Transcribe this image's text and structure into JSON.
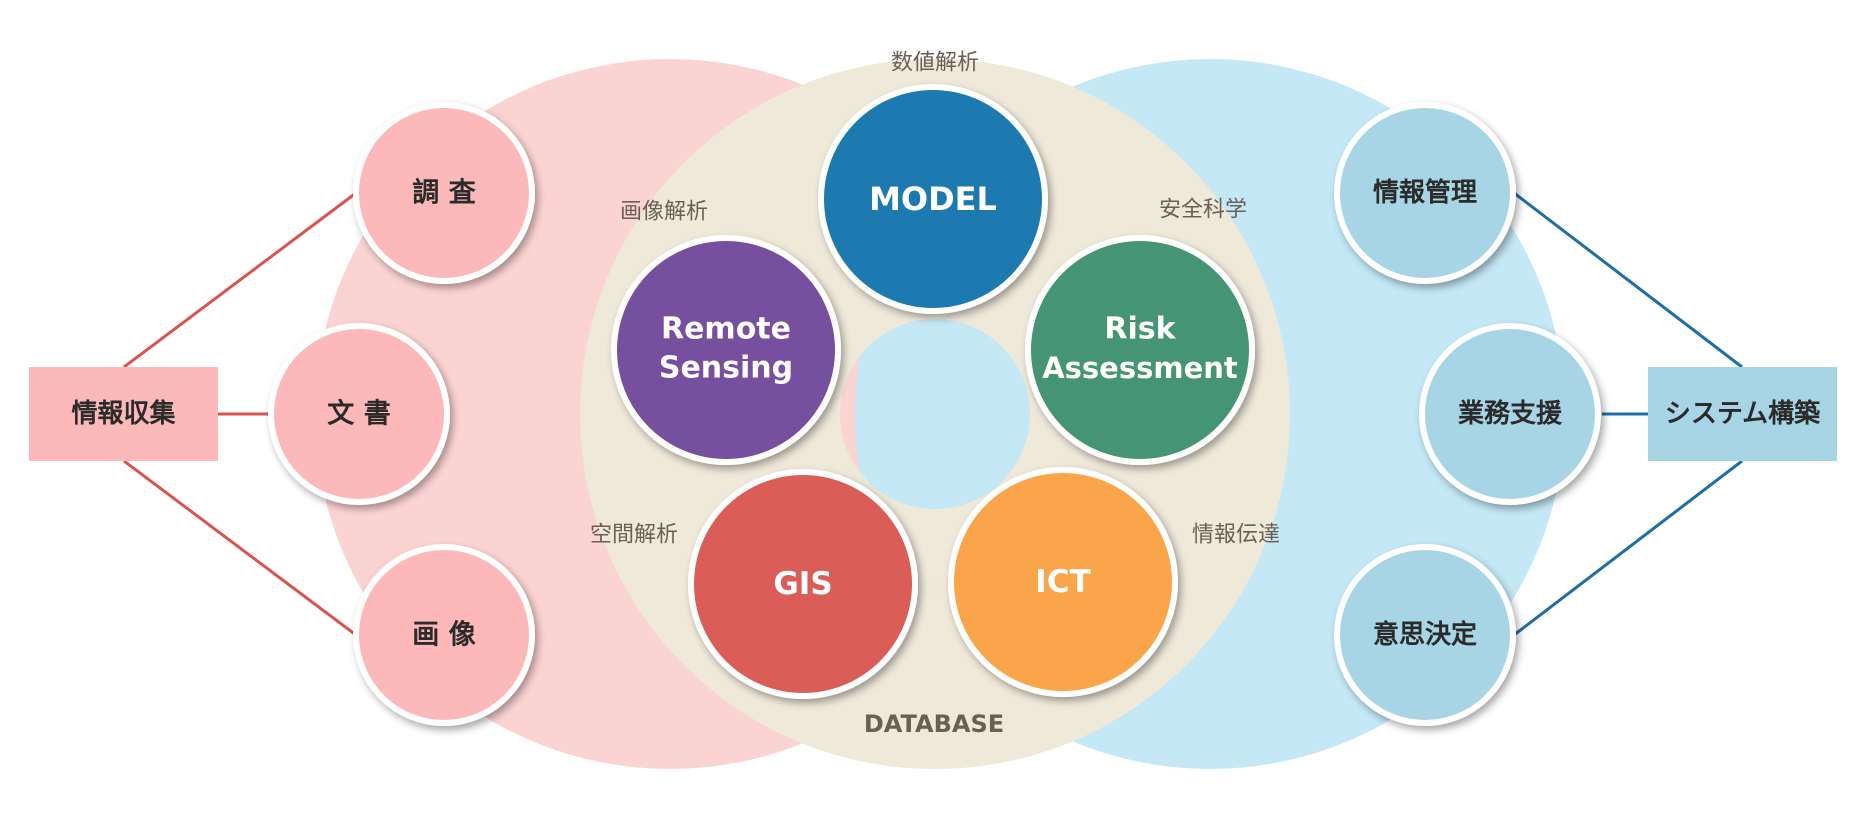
{
  "colors": {
    "left_region": "#fcd3d3",
    "right_region": "#c4e8f6",
    "center_ring": "#efe9da",
    "left_node": "#fdb8b9",
    "right_node": "#a8d5e5",
    "left_connector": "#d9534f",
    "right_connector": "#1f6fa6",
    "model": "#1a7ab0",
    "remote_sensing": "#77509f",
    "risk_assessment": "#449475",
    "gis": "#db5d59",
    "ict": "#fba54b",
    "dark_text": "#2b2b2b",
    "caption_text": "#6b5f55"
  },
  "left": {
    "box_label": "情報収集",
    "nodes": [
      {
        "id": "chousa",
        "label": "調 査"
      },
      {
        "id": "bunsho",
        "label": "文 書"
      },
      {
        "id": "gazou",
        "label": "画 像"
      }
    ]
  },
  "right": {
    "box_label": "システム構築",
    "nodes": [
      {
        "id": "jouhou-kanri",
        "label": "情報管理"
      },
      {
        "id": "gyoumu-shien",
        "label": "業務支援"
      },
      {
        "id": "ishi-kettei",
        "label": "意思決定"
      }
    ]
  },
  "center": {
    "ring_label": "DATABASE",
    "nodes": [
      {
        "id": "model",
        "lines": [
          "MODEL"
        ],
        "caption": "数値解析"
      },
      {
        "id": "remote-sensing",
        "lines": [
          "Remote",
          "Sensing"
        ],
        "caption": "画像解析"
      },
      {
        "id": "risk-assessment",
        "lines": [
          "Risk",
          "Assessment"
        ],
        "caption": "安全科学"
      },
      {
        "id": "gis",
        "lines": [
          "GIS"
        ],
        "caption": "空間解析"
      },
      {
        "id": "ict",
        "lines": [
          "ICT"
        ],
        "caption": "情報伝達"
      }
    ]
  }
}
